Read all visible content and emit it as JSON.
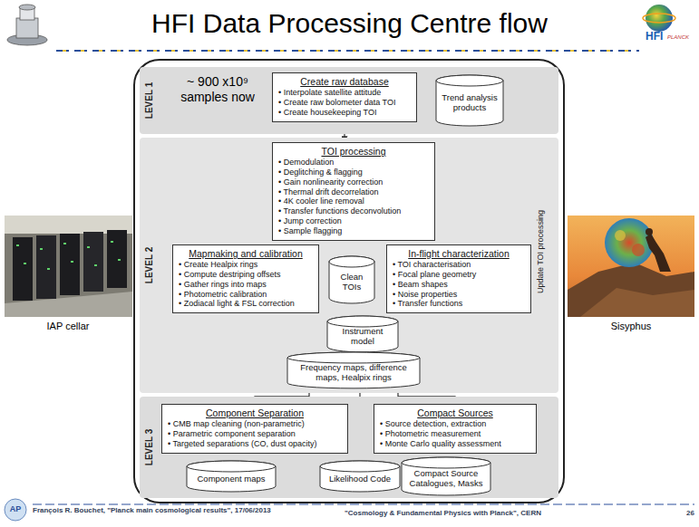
{
  "diagram": {
    "title": "HFI Data Processing Centre flow",
    "nodes": [
      {
        "text": [
          "LEVEL 1"
        ]
      },
      {
        "text": [
          "Create raw database",
          "• Interpolate satellite attitude",
          "• Create raw bolometer data TOI",
          "• Create housekeeping TOI"
        ],
        "in": 0
      },
      {
        "text": [
          "Trend analysis products"
        ],
        "in": 0
      },
      {
        "text": [
          "LEVEL 2"
        ]
      },
      {
        "text": [
          "TOI processing",
          "• Demodulation",
          "• Deglitching & flagging",
          "• Gain nonlinearity correction",
          "• Thermal drift decorrelation",
          "• 4K cooler line removal",
          "• Transfer functions deconvolution",
          "• Jump correction",
          "• Sample flagging"
        ],
        "in": 3
      },
      {
        "text": [
          "Mapmaking and calibration",
          "• Create Healpix rings",
          "• Compute destriping offsets",
          "• Gather rings into maps",
          "• Photometric calibration",
          "• Zodiacal light & FSL correction"
        ],
        "in": 3
      },
      {
        "text": [
          "Clean TOIs"
        ],
        "in": 3
      },
      {
        "text": [
          "In-flight characterization",
          "• TOI characterisation",
          "• Focal plane geometry",
          "• Beam shapes",
          "• Noise properties",
          "• Transfer functions"
        ],
        "in": 3
      },
      {
        "text": [
          "Instrument model"
        ],
        "in": 3
      },
      {
        "text": [
          "Frequency maps, difference maps, Healpix rings"
        ],
        "in": 3
      },
      {
        "text": [
          "LEVEL 3"
        ]
      },
      {
        "text": [
          "Component Separation",
          "• CMB map cleaning (non-parametric)",
          "• Parametric component separation",
          "• Targeted separations (CO, dust opacity)"
        ],
        "in": 10
      },
      {
        "text": [
          "Compact Sources",
          "• Source detection, extraction",
          "• Photometric measurement",
          "• Monte Carlo quality assessment"
        ],
        "in": 10
      },
      {
        "text": [
          "Component maps"
        ],
        "in": 10
      },
      {
        "text": [
          "Likelihood Code"
        ],
        "in": 10
      },
      {
        "text": [
          "Compact Source Catalogues, Masks"
        ],
        "in": 10
      }
    ],
    "edges": [
      {
        "from": 1,
        "to": 2,
        "arrow": "to"
      },
      {
        "from": 1,
        "to": 4,
        "arrow": "to"
      },
      {
        "from": 4,
        "to": 6,
        "arrow": "to"
      },
      {
        "from": 6,
        "to": 5,
        "arrow": "to"
      },
      {
        "from": 6,
        "to": 7,
        "arrow": "to"
      },
      {
        "from": 5,
        "to": 8,
        "arrow": "to"
      },
      {
        "from": 7,
        "to": 8,
        "arrow": "to"
      },
      {
        "from": 8,
        "to": 4,
        "label": "Update TOI processing",
        "arrow": "to"
      },
      {
        "from": 5,
        "to": 9,
        "arrow": "to"
      },
      {
        "from": 8,
        "to": 9,
        "arrow": "to"
      },
      {
        "from": 9,
        "to": 11,
        "arrow": "to"
      },
      {
        "from": 9,
        "to": 14,
        "arrow": "to"
      },
      {
        "from": 9,
        "to": 12,
        "arrow": "to"
      },
      {
        "from": 11,
        "to": 13,
        "arrow": "to"
      },
      {
        "from": 12,
        "to": 15,
        "arrow": "to"
      }
    ],
    "labels": [
      "HFI",
      "PLANCK",
      "~ 900 x10⁹ samples now",
      "IAP cellar",
      "Sisyphus",
      "AP",
      "François R. Bouchet, \"Planck main cosmological results\", 17/06/2013",
      "\"Cosmology & Fundamental Physics with Planck\", CERN",
      "26"
    ]
  }
}
